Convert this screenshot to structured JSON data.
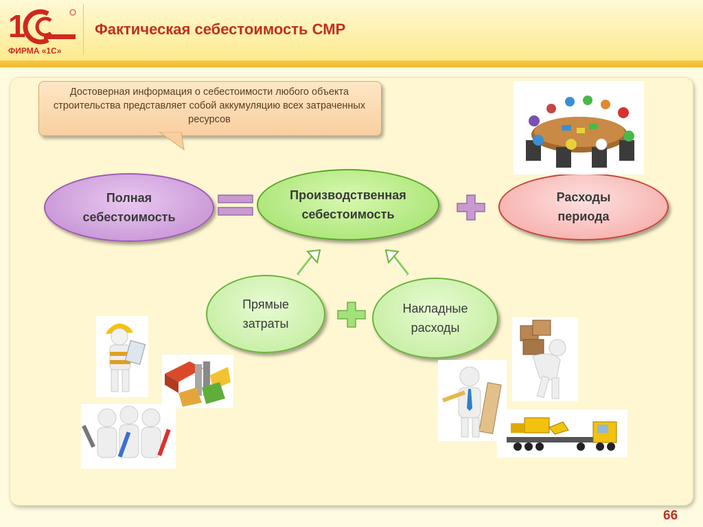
{
  "header": {
    "title": "Фактическая себестоимость СМР",
    "logo_text": "ФИРМА «1С»"
  },
  "callout": {
    "text": "Достоверная информация о себестоимости любого объекта строительства представляет собой аккумуляцию всех затраченных ресурсов"
  },
  "nodes": {
    "full": {
      "line1": "Полная",
      "line2": "себестоимость"
    },
    "production": {
      "line1": "Производственная",
      "line2": "себестоимость"
    },
    "period": {
      "line1": "Расходы",
      "line2": "периода"
    },
    "direct": {
      "line1": "Прямые",
      "line2": "затраты"
    },
    "overhead": {
      "line1": "Накладные",
      "line2": "расходы"
    }
  },
  "footer": {
    "page_number": "66"
  },
  "colors": {
    "title": "#c0301e",
    "symbol_equals": "#b57fbf",
    "symbol_plus": "#b97fbf",
    "symbol_plus_green": "#8fd35a"
  }
}
